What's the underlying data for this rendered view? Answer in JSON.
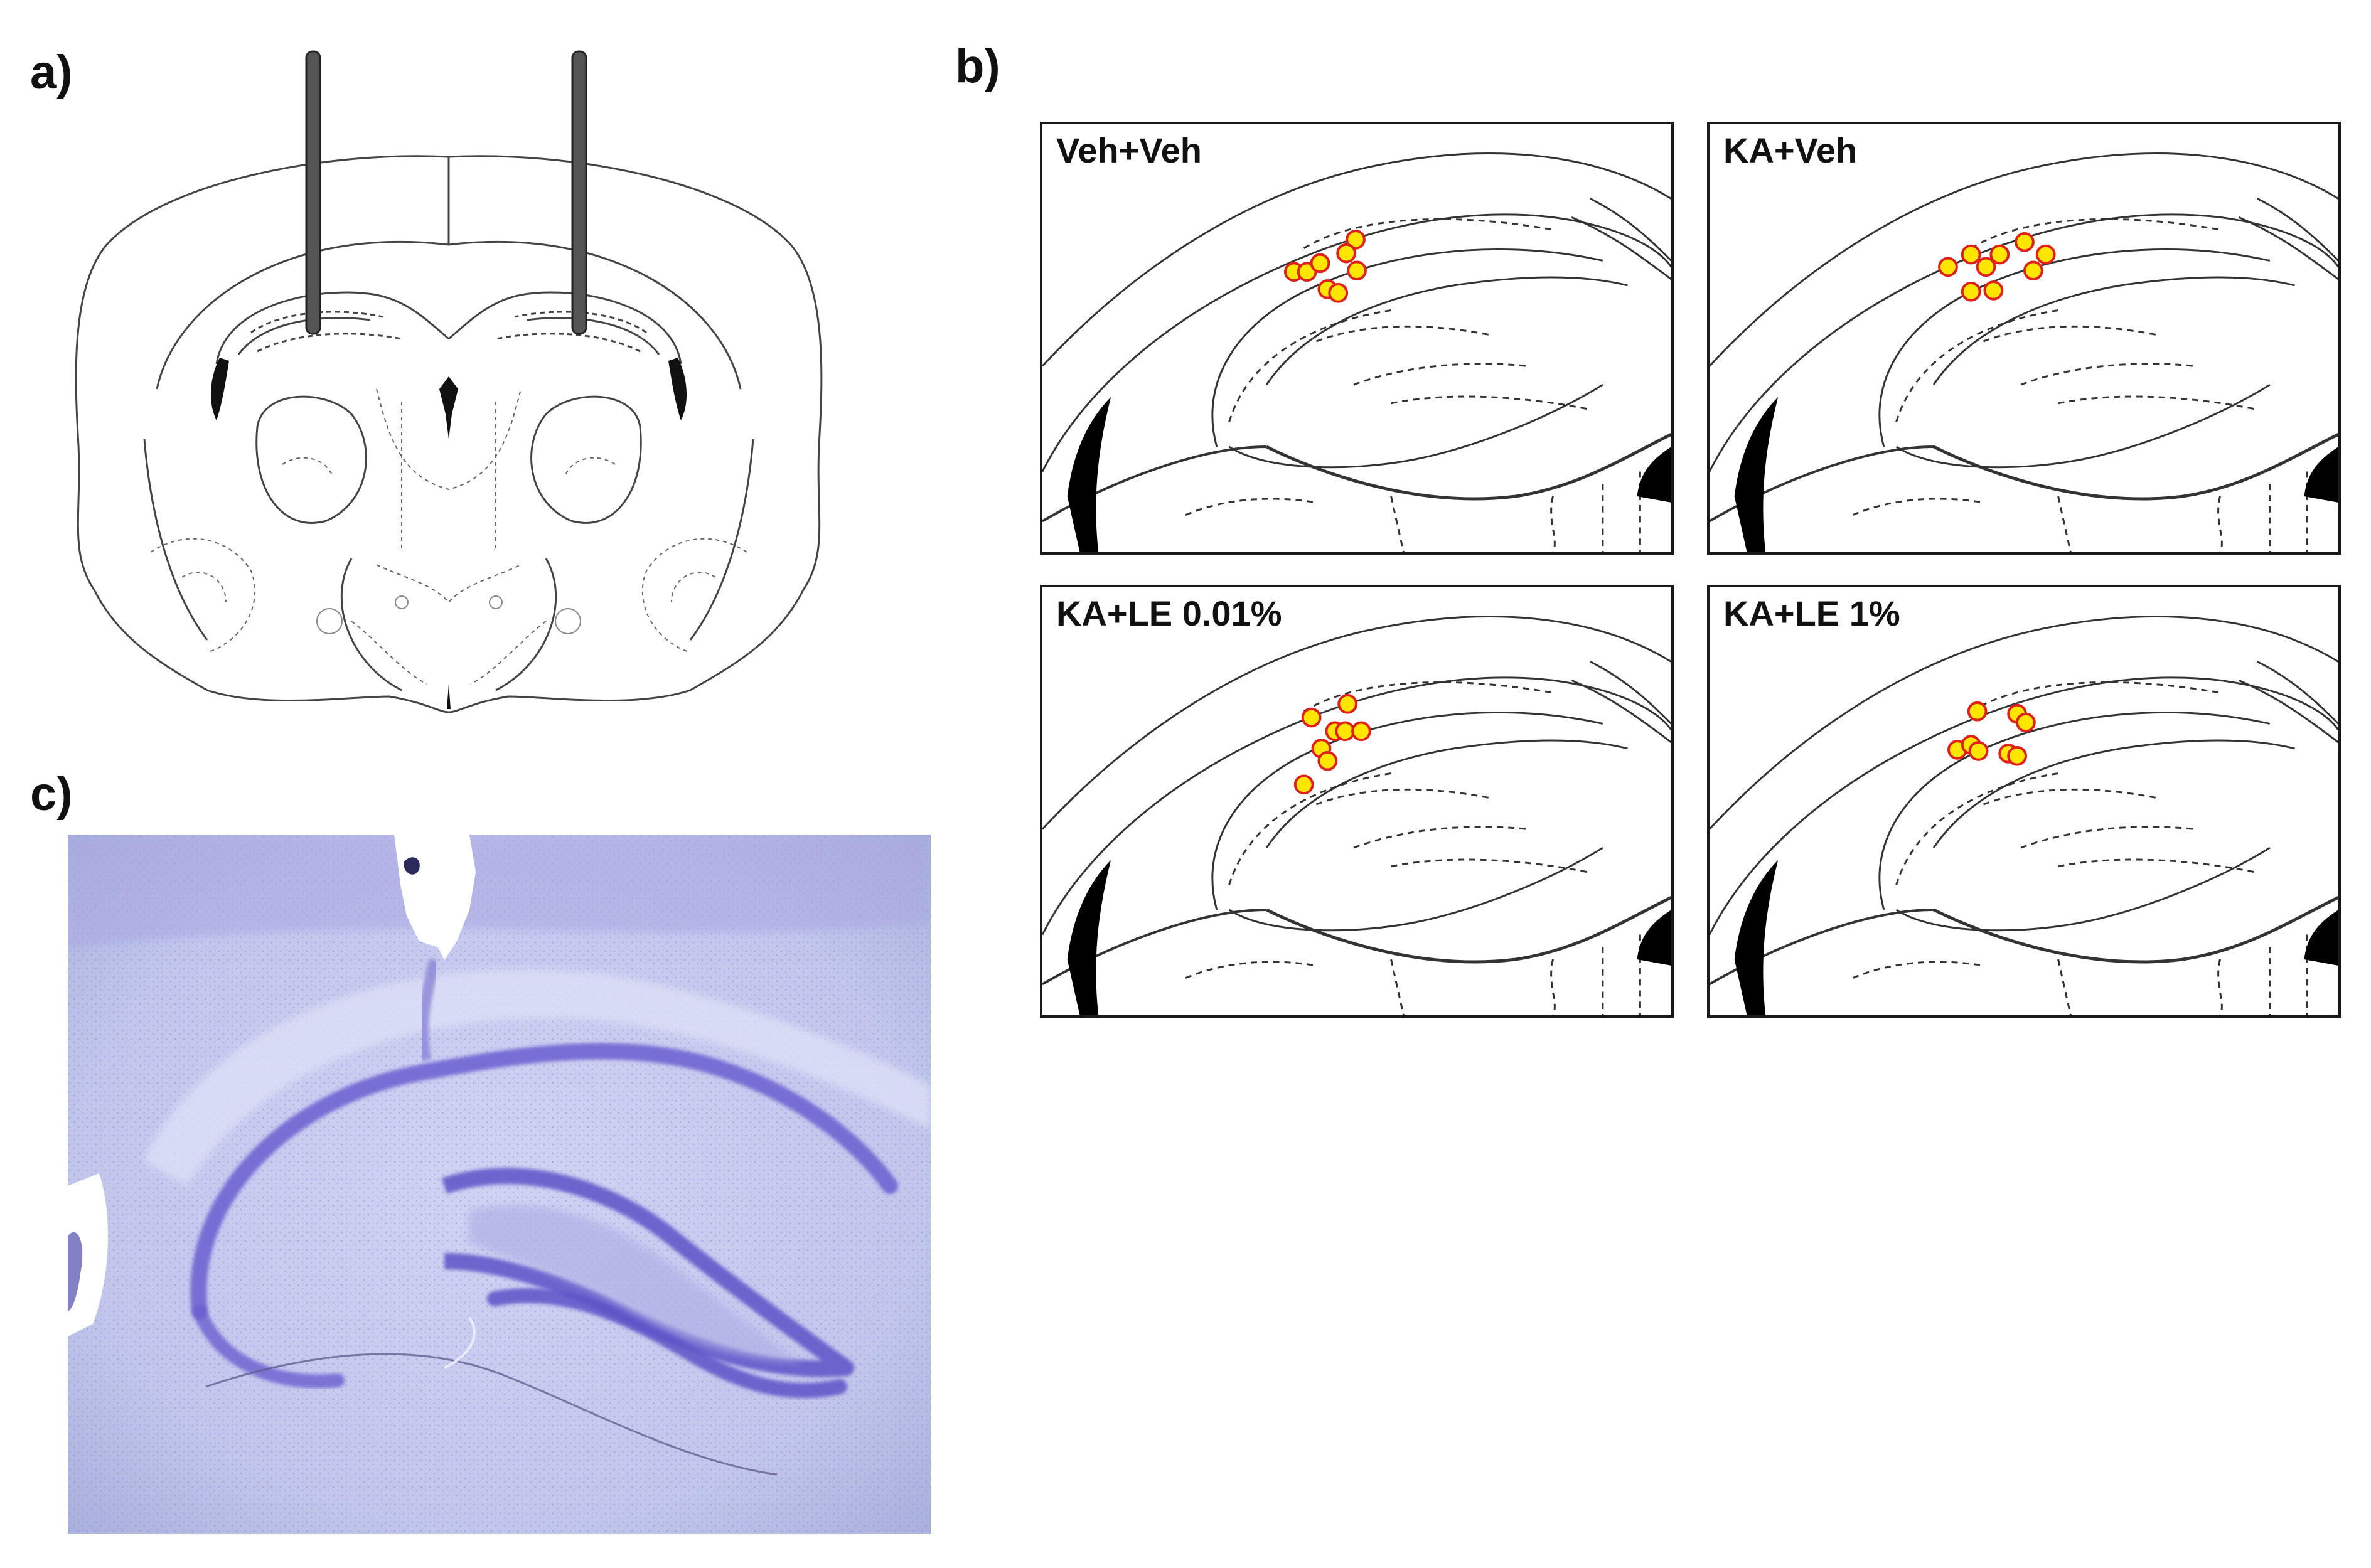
{
  "panel_labels": {
    "a": "a)",
    "b": "b)",
    "c": "c)"
  },
  "groups": [
    {
      "label": "Veh+Veh"
    },
    {
      "label": "KA+Veh"
    },
    {
      "label": "KA+LE 0.01%"
    },
    {
      "label": "KA+LE 1%"
    }
  ],
  "colors": {
    "marker_fill": "#ffe600",
    "marker_stroke": "#e0201b",
    "nissl_base": "#c9cdf0",
    "nissl_dark": "#6a5fd0"
  }
}
